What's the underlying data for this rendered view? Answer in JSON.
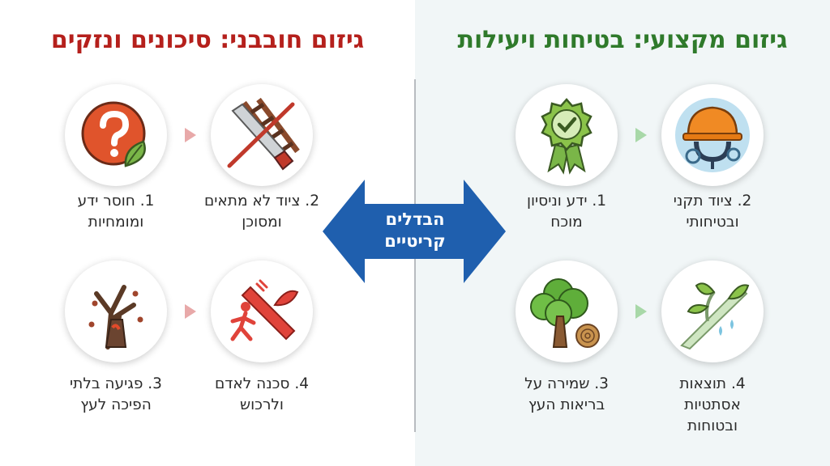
{
  "colors": {
    "unprofessional_title": "#b5201c",
    "professional_title": "#2f7a2b",
    "arrow": "#1f5fae",
    "left_chevron": "#e8a9a9",
    "right_chevron": "#a8d8a8"
  },
  "unprofessional": {
    "title": "גיזום חובבני: סיכונים ונזקים",
    "items": [
      {
        "label": "1. חוסר ידע\nומומחיות",
        "icon": "question-leaf-icon"
      },
      {
        "label": "2. ציוד לא מתאים\nומסוכן",
        "icon": "saw-ladder-crossed-icon"
      },
      {
        "label": "3. פגיעה בלתי\nהפיכה לעץ",
        "icon": "damaged-tree-icon"
      },
      {
        "label": "4. סכנה לאדם\nולרכוש",
        "icon": "falling-branch-danger-icon"
      }
    ]
  },
  "professional": {
    "title": "גיזום מקצועי: בטיחות ויעילות",
    "items": [
      {
        "label": "1. ידע וניסיון\nמוכח",
        "icon": "certified-badge-icon"
      },
      {
        "label": "2. ציוד תקני\nובטיחותי",
        "icon": "helmet-rope-icon"
      },
      {
        "label": "3. שמירה על\nבריאות העץ",
        "icon": "healthy-tree-icon"
      },
      {
        "label": "4. תוצאות\nאסתטיות\nובטוחות",
        "icon": "pruned-branch-icon"
      }
    ]
  },
  "center_arrow": {
    "label": "הבדלים\nקריטיים",
    "icon": "double-arrow-icon"
  }
}
